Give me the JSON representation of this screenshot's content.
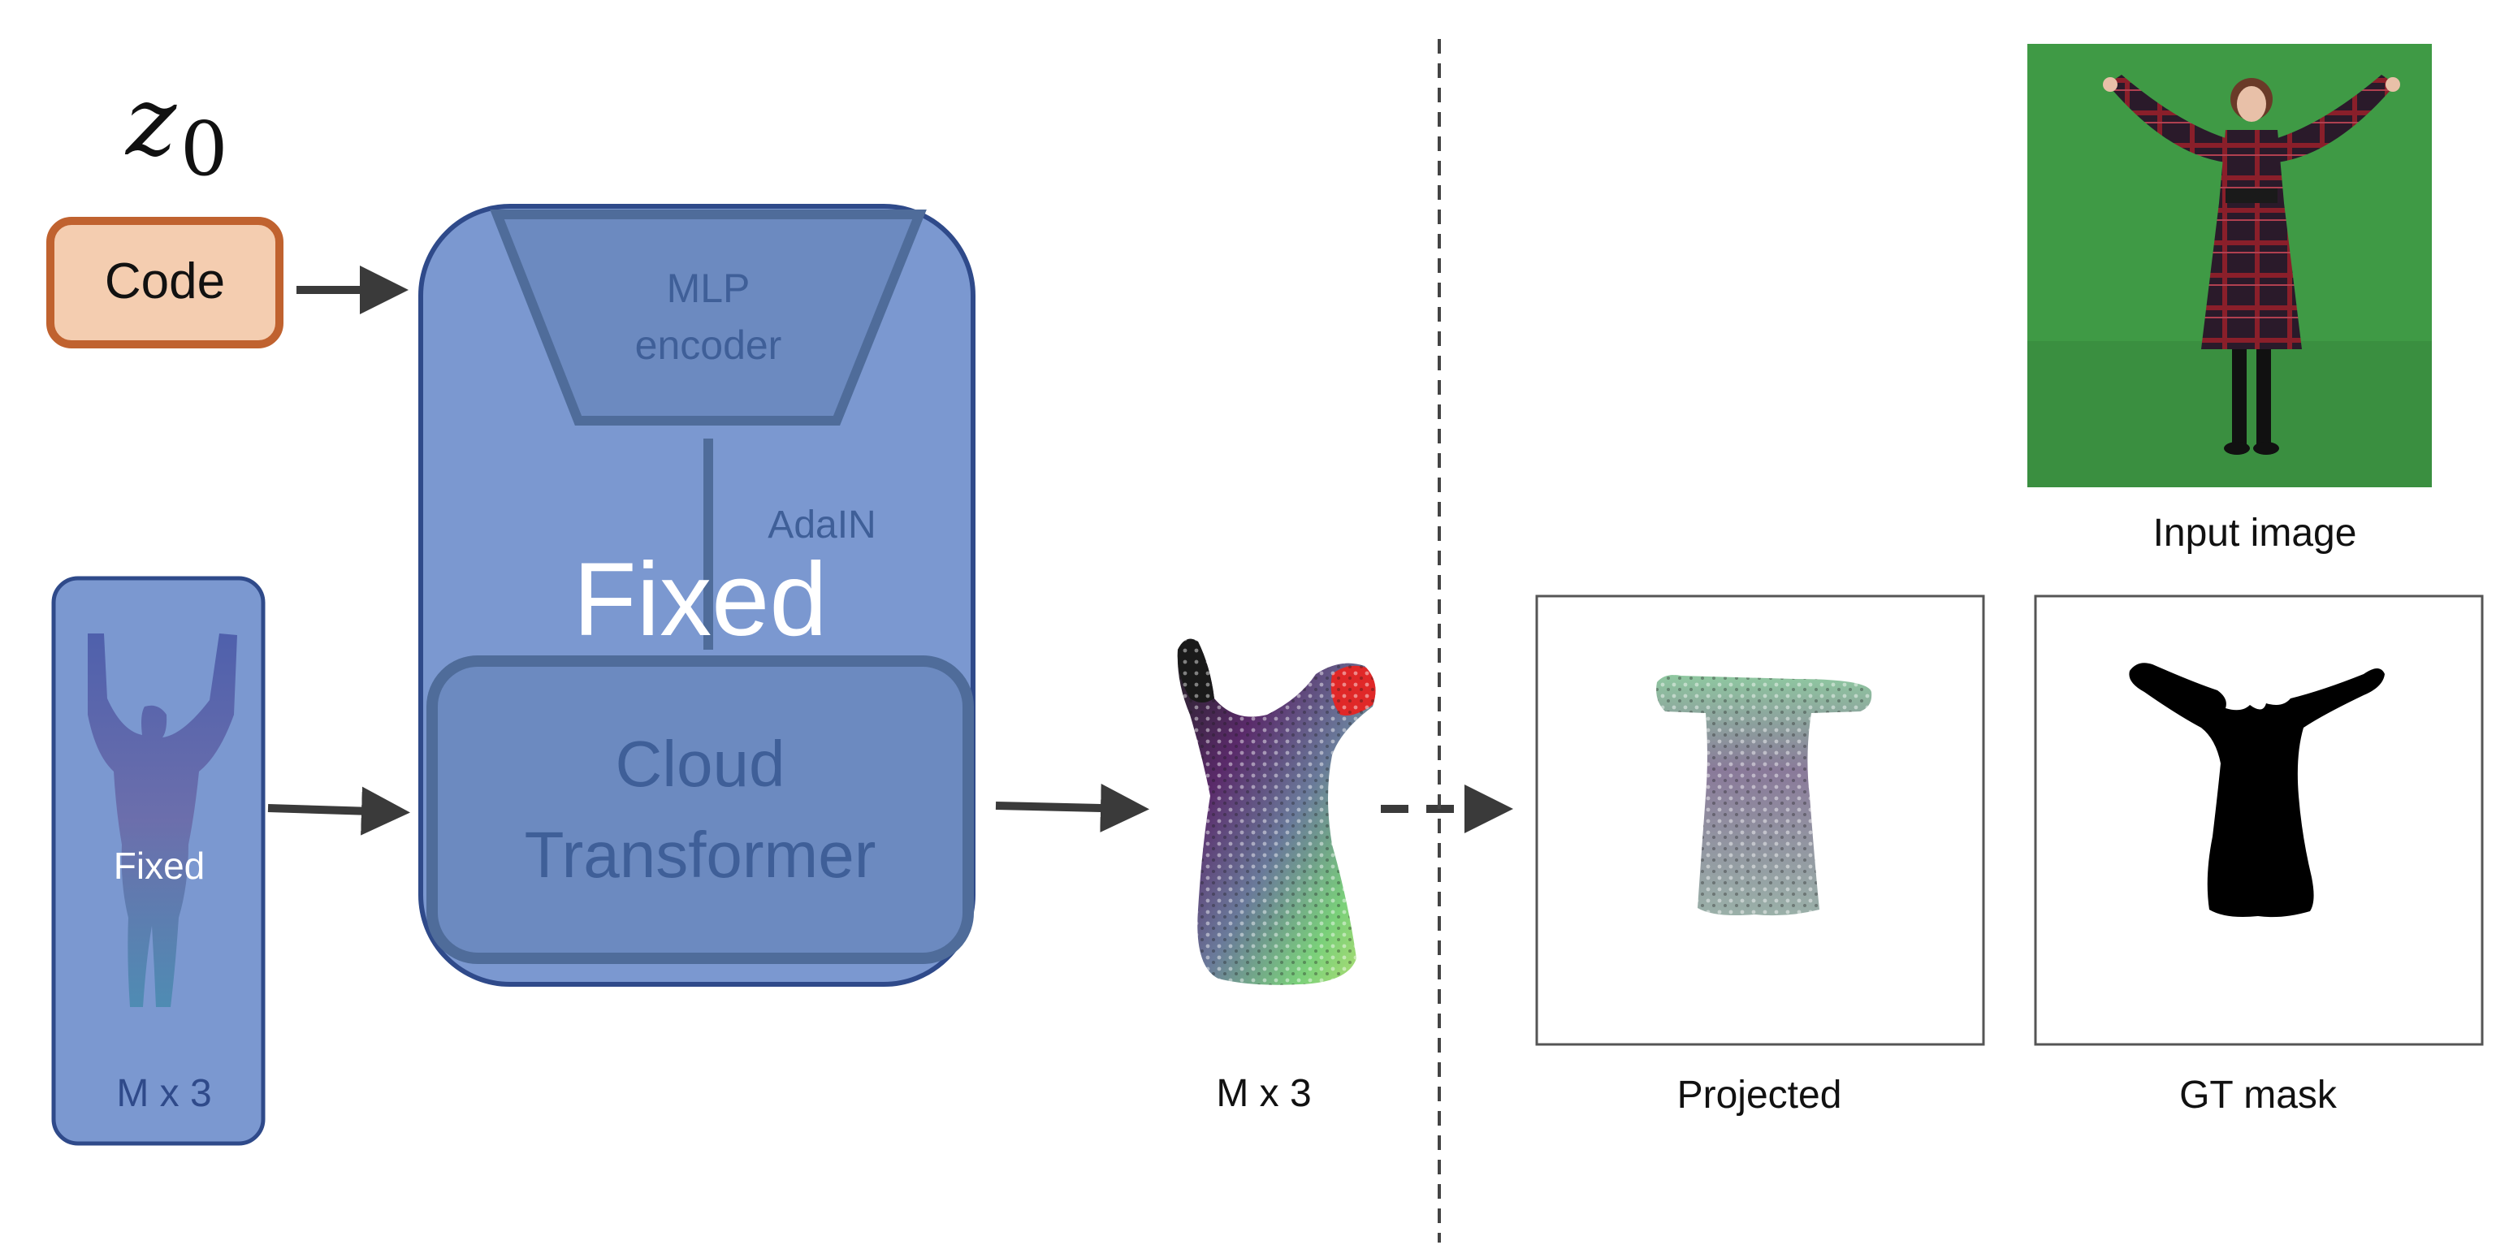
{
  "latent": {
    "symbol": "z",
    "subscript": "0"
  },
  "code_box": {
    "label": "Code",
    "fill": "#f4cdb0",
    "stroke": "#c0622f"
  },
  "network": {
    "fill": "#7b98d0",
    "stroke": "#2f4a8a",
    "encoder_label_line1": "MLP",
    "encoder_label_line2": "encoder",
    "adain_label": "AdaIN",
    "fixed_label": "Fixed",
    "transformer_label_line1": "Cloud",
    "transformer_label_line2": "Transformer"
  },
  "template_panel": {
    "fixed_label": "Fixed",
    "size_label": "M x 3"
  },
  "output_cloud": {
    "size_label": "M x 3"
  },
  "images": {
    "input_caption": "Input image",
    "projected_caption": "Projected",
    "gt_caption": "GT mask",
    "background_green": "#3f9a45"
  },
  "icons": {
    "arrow": "arrow-icon",
    "dashed_arrow": "dashed-arrow-icon",
    "person": "person-silhouette-icon",
    "dress": "dress-point-cloud-icon"
  }
}
